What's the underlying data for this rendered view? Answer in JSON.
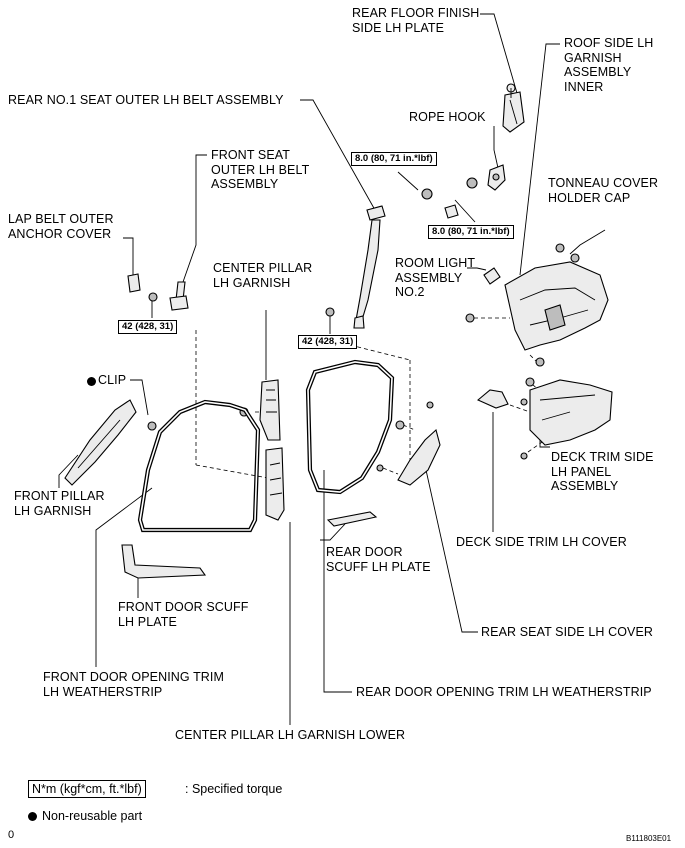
{
  "labels": {
    "rear_floor_finish": [
      "REAR FLOOR FINISH",
      "SIDE LH PLATE"
    ],
    "roof_side_garnish": [
      "ROOF SIDE LH",
      "GARNISH",
      "ASSEMBLY",
      "INNER"
    ],
    "rear_no1_seat_belt": [
      "REAR NO.1 SEAT OUTER LH BELT ASSEMBLY"
    ],
    "rope_hook": [
      "ROPE HOOK"
    ],
    "front_seat_belt": [
      "FRONT SEAT",
      "OUTER LH BELT",
      "ASSEMBLY"
    ],
    "tonneau_cap": [
      "TONNEAU COVER",
      "HOLDER CAP"
    ],
    "lap_belt_cover": [
      "LAP BELT OUTER",
      "ANCHOR COVER"
    ],
    "center_pillar_garnish": [
      "CENTER PILLAR",
      "LH GARNISH"
    ],
    "room_light": [
      "ROOM LIGHT",
      "ASSEMBLY",
      "NO.2"
    ],
    "clip": [
      "CLIP"
    ],
    "front_pillar_garnish": [
      "FRONT PILLAR",
      "LH GARNISH"
    ],
    "deck_trim_panel": [
      "DECK TRIM SIDE",
      "LH PANEL",
      "ASSEMBLY"
    ],
    "deck_side_cover": [
      "DECK SIDE TRIM LH COVER"
    ],
    "rear_door_scuff": [
      "REAR DOOR",
      "SCUFF LH PLATE"
    ],
    "front_door_scuff": [
      "FRONT DOOR SCUFF",
      "LH PLATE"
    ],
    "rear_seat_cover": [
      "REAR SEAT SIDE LH COVER"
    ],
    "front_door_weatherstrip": [
      "FRONT DOOR OPENING TRIM",
      "LH WEATHERSTRIP"
    ],
    "rear_door_weatherstrip": [
      "REAR DOOR OPENING TRIM LH WEATHERSTRIP"
    ],
    "center_pillar_lower": [
      "CENTER PILLAR LH GARNISH LOWER"
    ]
  },
  "torques": {
    "rope_hook_upper": "8.0 (80, 71 in.*lbf)",
    "rope_hook_lower": "8.0 (80, 71 in.*lbf)",
    "front_belt": "42 (428, 31)",
    "rear_belt": "42 (428, 31)"
  },
  "legend": {
    "torque_box": "N*m (kgf*cm, ft.*lbf)",
    "torque_text": ": Specified torque",
    "nonreusable_text": "Non-reusable part"
  },
  "corner_zero": "0",
  "figure_code": "B111803E01"
}
